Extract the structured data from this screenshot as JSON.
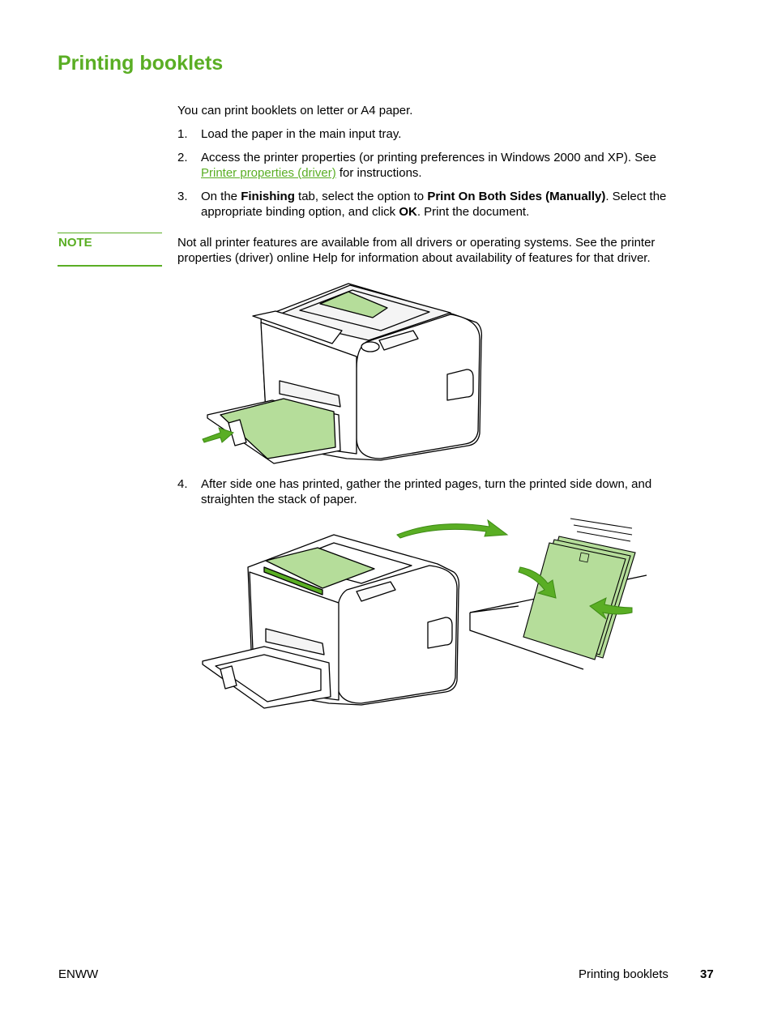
{
  "page": {
    "title": "Printing booklets",
    "intro": "You can print booklets on letter or A4 paper.",
    "steps": [
      {
        "num": "1.",
        "text": "Load the paper in the main input tray."
      },
      {
        "num": "2.",
        "line1": "Access the printer properties (or printing preferences in Windows 2000 and XP). See",
        "link": "Printer properties (driver)",
        "after_link": " for instructions."
      },
      {
        "num": "3.",
        "p1": "On the ",
        "b1": "Finishing",
        "p2": " tab, select the option to ",
        "b2": "Print On Both Sides (Manually)",
        "p3": ". Select the",
        "p4": "appropriate binding option, and click ",
        "b3": "OK",
        "p5": ". Print the document."
      },
      {
        "num": "4.",
        "line1": "After side one has printed, gather the printed pages, turn the printed side down, and",
        "line2": "straighten the stack of paper."
      }
    ],
    "note": {
      "label": "NOTE",
      "line1": "Not all printer features are available from all drivers or operating systems. See the printer",
      "line2": "properties (driver) online Help for information about availability of features for that driver."
    },
    "footer": {
      "left": "ENWW",
      "section": "Printing booklets",
      "page_number": "37"
    }
  },
  "colors": {
    "accent": "#5aae24",
    "paper": "#b5dd9a"
  }
}
